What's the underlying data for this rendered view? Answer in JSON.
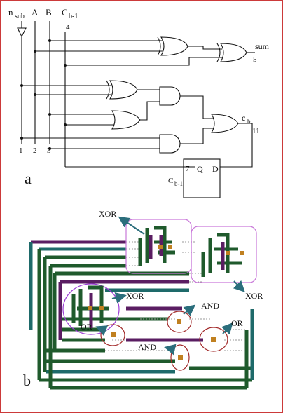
{
  "panel_a": {
    "label": "a",
    "inputs": {
      "nsub": "n",
      "nsub_sub": "sub",
      "a": "A",
      "b": "B",
      "cb1": "C",
      "cb1_sub": "b-1",
      "cb1_num": "4"
    },
    "numbers": {
      "n1": "1",
      "n2": "2",
      "n3": "3"
    },
    "outputs": {
      "sum": "sum",
      "sum_num": "5",
      "cb": "c",
      "cb_sub": "b",
      "cb_num": "11"
    },
    "flipflop": {
      "num": "7",
      "label": "C",
      "label_sub": "b-1",
      "q": "Q",
      "d": "D"
    }
  },
  "panel_b": {
    "label": "b",
    "callouts": {
      "xor_top": "XOR",
      "xor_right": "XOR",
      "xor_mid": "XOR",
      "and_top": "AND",
      "or_left": "OR",
      "or_right": "OR",
      "and_bottom": "AND"
    },
    "colors": {
      "green": "#1f5a2c",
      "purple": "#5a1d62",
      "teal": "#1e6a6a",
      "callout_teal": "#2b6e7c",
      "xor_ring": "#c979d9",
      "and_or_ring": "#a22a2a"
    }
  }
}
